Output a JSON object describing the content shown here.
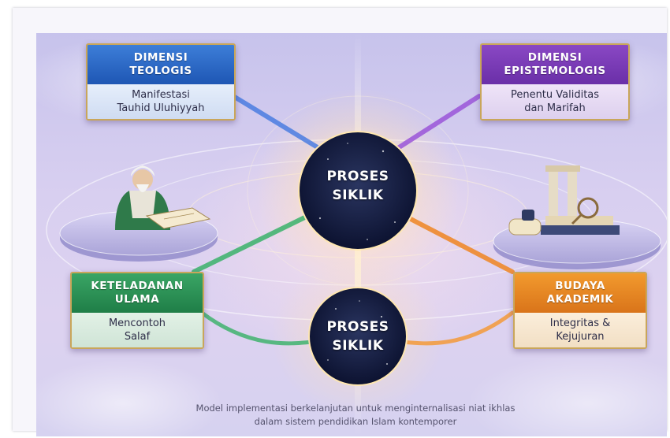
{
  "center_circles": [
    {
      "label_line1": "PROSES",
      "label_line2": "SIKLIK"
    },
    {
      "label_line1": "PROSES",
      "label_line2": "SIKLIK"
    }
  ],
  "boxes": {
    "teologis": {
      "title_line1": "DIMENSI",
      "title_line2": "TEOLOGIS",
      "text_line1": "Manifestasi",
      "text_line2": "Tauhid Uluhiyyah",
      "color": "#2a66c6"
    },
    "epistemologis": {
      "title_line1": "DIMENSI",
      "title_line2": "EPISTEMOLOGIS",
      "text_line1": "Penentu Validitas",
      "text_line2": "dan Marifah",
      "color": "#7a3cb8"
    },
    "keteladanan": {
      "title_line1": "KETELADANAN",
      "title_line2": "ULAMA",
      "text_line1": "Mencontoh",
      "text_line2": "Salaf",
      "color": "#2a9157"
    },
    "budaya": {
      "title_line1": "BUDAYA",
      "title_line2": "AKADEMIK",
      "text_line1": "Integritas &",
      "text_line2": "Kejujuran",
      "color": "#e8862a"
    }
  },
  "illustrations": {
    "left": "scholar-reading-icon",
    "right": "books-scroll-column-icon"
  },
  "caption": {
    "line1": "Model implementasi berkelanjutan untuk menginternalisasi niat ikhlas",
    "line2": "dalam sistem pendidikan Islam kontemporer"
  }
}
